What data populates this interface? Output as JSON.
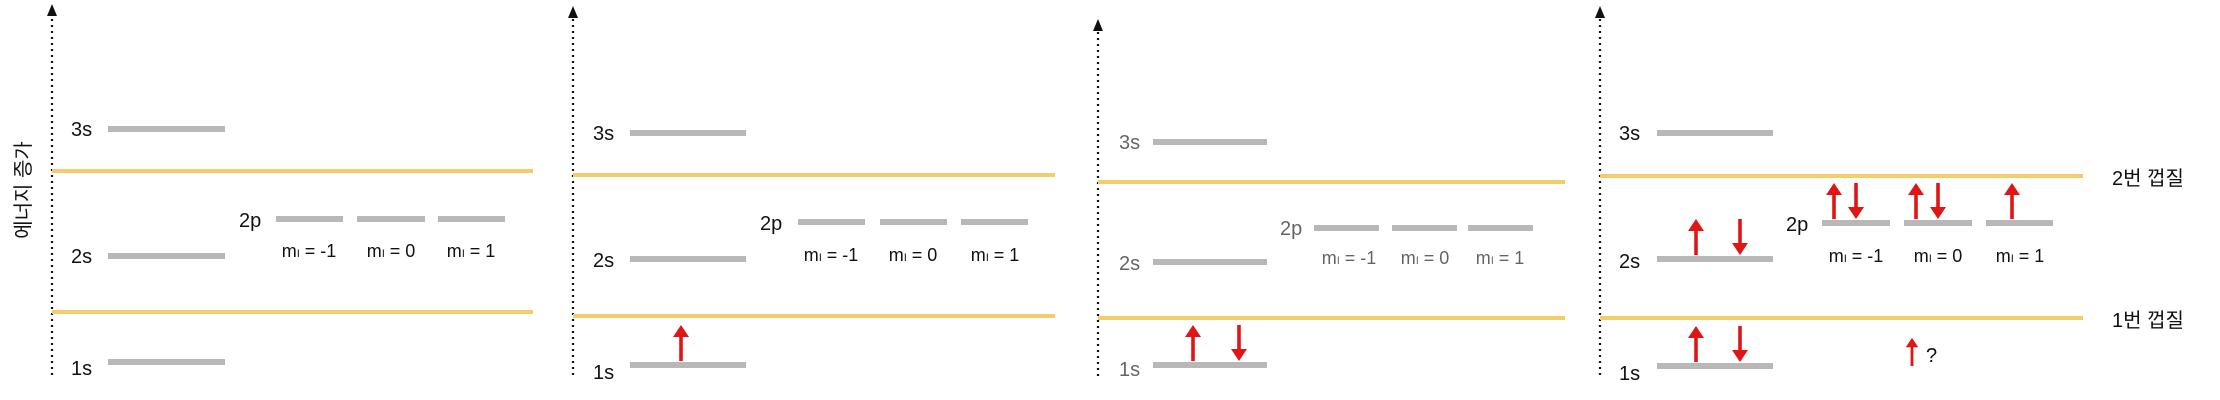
{
  "axis_title": "에너지 증가",
  "shell_labels": {
    "shell2": "2번 껍질",
    "shell1": "1번 껍질"
  },
  "colors": {
    "level": "#b8b8b8",
    "boundary": "#f3cd6b",
    "electron": "#e01515",
    "axis": "#111111"
  },
  "panels": [
    {
      "levels": {
        "s3": "3s",
        "s2": "2s",
        "s1": "1s",
        "p2": "2p"
      },
      "ml": [
        "mₗ = -1",
        "mₗ = 0",
        "mₗ = 1"
      ],
      "electrons": {
        "s1": [],
        "s2": [],
        "p": [
          [],
          [],
          []
        ]
      },
      "extra_mark": ""
    },
    {
      "levels": {
        "s3": "3s",
        "s2": "2s",
        "s1": "1s",
        "p2": "2p"
      },
      "ml": [
        "mₗ = -1",
        "mₗ = 0",
        "mₗ = 1"
      ],
      "electrons": {
        "s1": [
          "up"
        ],
        "s2": [],
        "p": [
          [],
          [],
          []
        ]
      },
      "extra_mark": ""
    },
    {
      "levels": {
        "s3": "3s",
        "s2": "2s",
        "s1": "1s",
        "p2": "2p"
      },
      "ml": [
        "mₗ = -1",
        "mₗ = 0",
        "mₗ = 1"
      ],
      "electrons": {
        "s1": [
          "up",
          "down"
        ],
        "s2": [],
        "p": [
          [],
          [],
          []
        ]
      },
      "extra_mark": ""
    },
    {
      "levels": {
        "s3": "3s",
        "s2": "2s",
        "s1": "1s",
        "p2": "2p"
      },
      "ml": [
        "mₗ = -1",
        "mₗ = 0",
        "mₗ = 1"
      ],
      "electrons": {
        "s1": [
          "up",
          "down"
        ],
        "s2": [
          "up",
          "down"
        ],
        "p": [
          [
            "up",
            "down"
          ],
          [
            "up",
            "down"
          ],
          [
            "up"
          ]
        ]
      },
      "extra_mark": "?"
    }
  ]
}
